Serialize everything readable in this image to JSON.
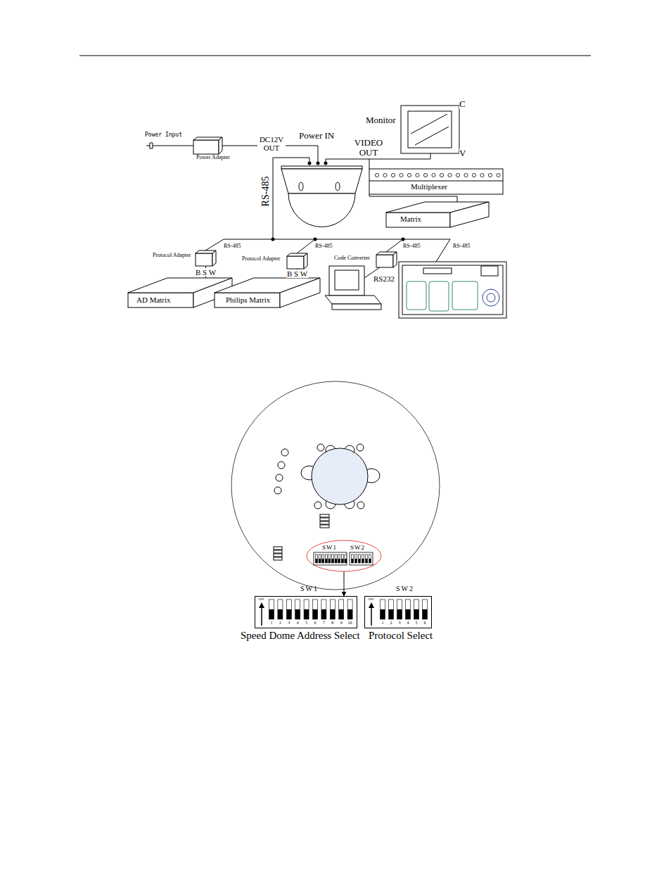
{
  "diagram": {
    "nodes": [
      {
        "text": [
          "Monitor"
        ]
      },
      {
        "text": [
          "Power Adapter"
        ]
      },
      {
        "text": [
          "Multiplexer"
        ]
      },
      {
        "text": [
          "Matrix"
        ]
      },
      {
        "text": [
          "Protocol Adapter"
        ]
      },
      {
        "text": [
          "Protocol Adapter"
        ]
      },
      {
        "text": [
          "Code Converter"
        ]
      },
      {
        "text": [
          "AD Matrix"
        ]
      },
      {
        "text": [
          "Philips Matrix"
        ]
      },
      {
        "text": [
          "SW1",
          "SW2"
        ]
      },
      {
        "text": [
          "SW1",
          "ON",
          "1",
          "2",
          "3",
          "4",
          "5",
          "6",
          "7",
          "8",
          "9",
          "10"
        ]
      },
      {
        "text": [
          "SW2",
          "ON",
          "1",
          "2",
          "3",
          "4",
          "5",
          "6"
        ]
      }
    ],
    "edges": [
      {
        "from": 4,
        "to": 7,
        "label": "B S W",
        "arrow": "none"
      },
      {
        "from": 5,
        "to": 8,
        "label": "B S W",
        "arrow": "none"
      },
      {
        "from": 9,
        "to": 10,
        "arrow": "to"
      }
    ],
    "labels": [
      "Power Input",
      "DC12V OUT",
      "Power IN",
      "VIDEO OUT",
      "C",
      "V",
      "RS-485",
      "RS-485",
      "RS-485",
      "RS-485",
      "RS-485",
      "RS232",
      "Speed Dome Address Select",
      "Protocol Select"
    ]
  }
}
